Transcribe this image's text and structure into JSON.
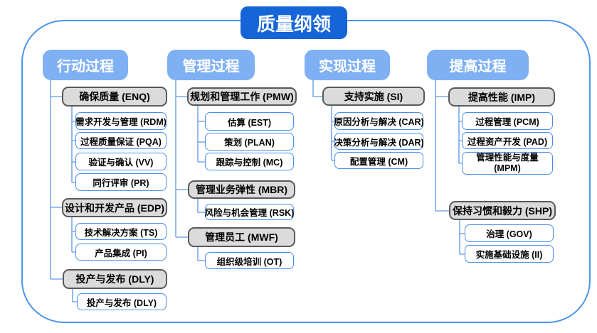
{
  "title": "质量纲领",
  "colors": {
    "title_bg": "#1565d8",
    "header_bg": "#7fb0f4",
    "connector": "#7aa8ee",
    "leaf_border": "#4a8fe8",
    "group_bg": "#dbdbdb",
    "group_border": "#58595b",
    "frame_border": "#4e95ec"
  },
  "columns": [
    {
      "header": "行动过程",
      "groups": [
        {
          "label": "确保质量 (ENQ)",
          "children": [
            "需求开发与管理 (RDM)",
            "过程质量保证 (PQA)",
            "验证与确认 (VV)",
            "同行评审 (PR)"
          ]
        },
        {
          "label": "设计和开发产品 (EDP)",
          "children": [
            "技术解决方案 (TS)",
            "产品集成 (PI)"
          ]
        },
        {
          "label": "投产与发布 (DLY)",
          "children": [
            "投产与发布 (DLY)"
          ]
        }
      ]
    },
    {
      "header": "管理过程",
      "groups": [
        {
          "label": "规划和管理工作 (PMW)",
          "children": [
            "估算 (EST)",
            "策划 (PLAN)",
            "跟踪与控制 (MC)"
          ]
        },
        {
          "label": "管理业务弹性 (MBR)",
          "children": [
            "风险与机会管理 (RSK)"
          ]
        },
        {
          "label": "管理员工 (MWF)",
          "children": [
            "组织级培训 (OT)"
          ]
        }
      ]
    },
    {
      "header": "实现过程",
      "groups": [
        {
          "label": "支持实施 (SI)",
          "children": [
            "原因分析与解决 (CAR)",
            "决策分析与解决 (DAR)",
            "配置管理 (CM)"
          ]
        }
      ]
    },
    {
      "header": "提高过程",
      "groups": [
        {
          "label": "提高性能 (IMP)",
          "children": [
            "过程管理 (PCM)",
            "过程资产开发 (PAD)",
            "管理性能与度量 (MPM)"
          ]
        },
        {
          "label": "保持习惯和毅力 (SHP)",
          "children": [
            "治理 (GOV)",
            "实施基础设施 (II)"
          ]
        }
      ]
    }
  ]
}
